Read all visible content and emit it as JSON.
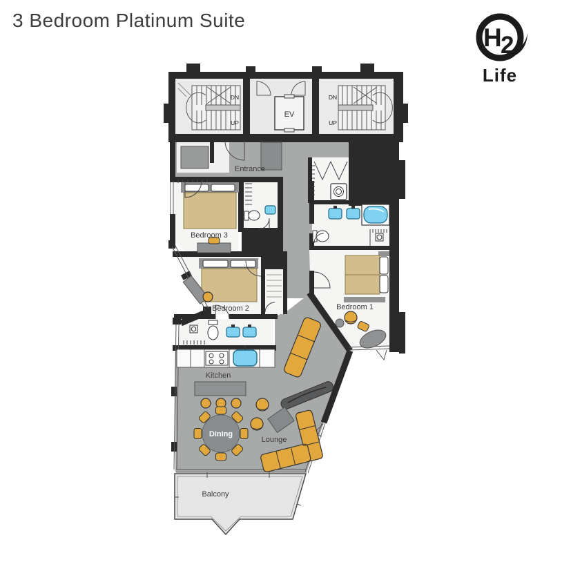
{
  "title": "3 Bedroom Platinum Suite",
  "logo": {
    "h": "H",
    "two": "2",
    "life": "Life"
  },
  "floorplan": {
    "rooms": {
      "entrance": "Entrance",
      "bedroom3": "Bedroom 3",
      "bedroom2": "Bedroom 2",
      "bedroom1": "Bedroom 1",
      "kitchen": "Kitchen",
      "dining": "Dining",
      "lounge": "Lounge",
      "balcony": "Balcony"
    },
    "core": {
      "elevator": "EV",
      "stairs_left": {
        "down": "DN",
        "up": "UP"
      },
      "stairs_right": {
        "down": "DN",
        "up": "UP"
      }
    },
    "colors": {
      "wall": "#2a2a2a",
      "circulation_floor": "#a8aaa9",
      "room_floor": "#f5f5f4",
      "balcony_floor": "#e4e5e4",
      "furniture_gold": "#e2a83d",
      "bed_tan": "#d3bd8c",
      "fixture_blue": "#7fd2f2",
      "furniture_gray": "#8f9193"
    }
  }
}
